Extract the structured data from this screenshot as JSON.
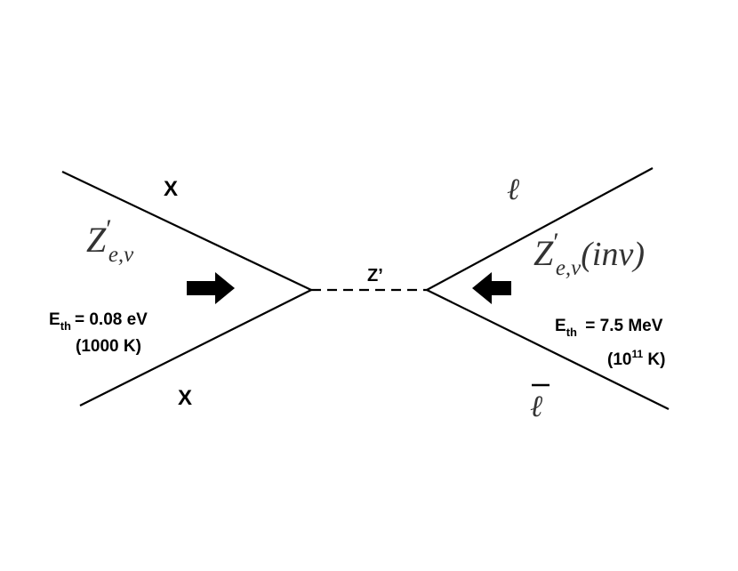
{
  "left_vertex": {
    "top_particle": "X",
    "bottom_particle": "X",
    "model": {
      "base": "Z",
      "prime": "′",
      "sub": "e,ν"
    },
    "threshold": {
      "symbol": "E",
      "sub": "th",
      "value": "= 0.08 eV"
    },
    "temperature": "(1000 K)"
  },
  "propagator": {
    "label": "Z’"
  },
  "right_vertex": {
    "top_particle": "ℓ",
    "bottom_particle": "ℓ",
    "model": {
      "base": "Z",
      "prime": "′",
      "sub": "e,ν",
      "suffix": "(inv)"
    },
    "threshold": {
      "symbol": "E",
      "sub": "th",
      "value": " = 7.5 MeV"
    },
    "temperature": {
      "open": "(10",
      "exp": "11",
      "close": " K)"
    }
  },
  "colors": {
    "line": "#000000",
    "arrow": "#000000",
    "math_text": "#333333"
  },
  "icons": {
    "left_arrow": "arrow-right-icon",
    "right_arrow": "arrow-left-icon"
  }
}
